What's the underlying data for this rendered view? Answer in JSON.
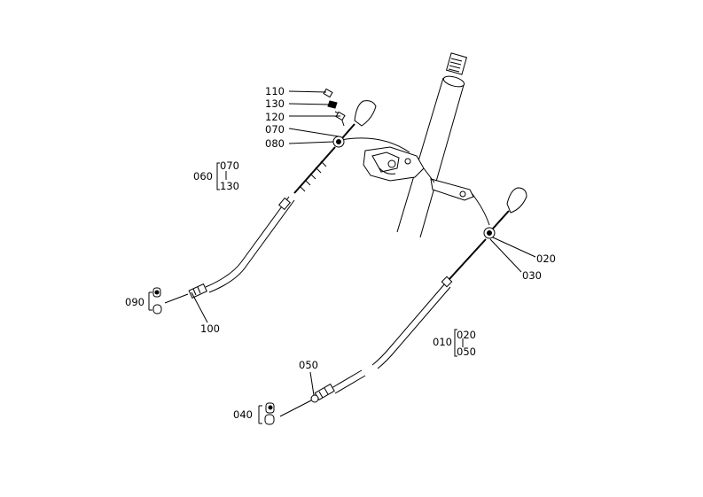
{
  "parts": [
    {
      "id": "p110",
      "label": "110"
    },
    {
      "id": "p130",
      "label": "130"
    },
    {
      "id": "p120",
      "label": "120"
    },
    {
      "id": "p070",
      "label": "070"
    },
    {
      "id": "p080",
      "label": "080"
    },
    {
      "id": "p020",
      "label": "020"
    },
    {
      "id": "p030",
      "label": "030"
    },
    {
      "id": "p090",
      "label": "090"
    },
    {
      "id": "p100",
      "label": "100"
    },
    {
      "id": "p050",
      "label": "050"
    },
    {
      "id": "p040",
      "label": "040"
    }
  ],
  "assemblies": [
    {
      "id": "a060",
      "label": "060",
      "from": "070",
      "to": "130"
    },
    {
      "id": "a010",
      "label": "010",
      "from": "020",
      "to": "050"
    }
  ]
}
